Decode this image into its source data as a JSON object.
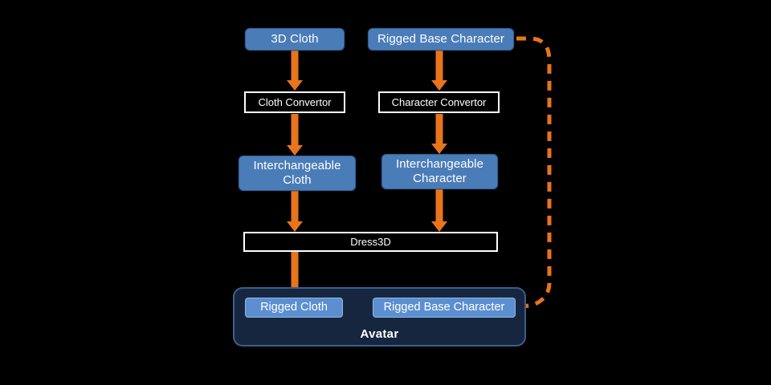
{
  "diagram": {
    "title": "Dress3D avatar assembly pipeline",
    "background_color": "#000000",
    "accent_color": "#e8741c",
    "node_blue": "#4a7cb8",
    "avatar_fill": "#16263f",
    "avatar_border": "#3c5f8c",
    "nodes": {
      "cloth_source": "3D Cloth",
      "character_source": "Rigged Base Character",
      "cloth_convertor": "Cloth Convertor",
      "character_convertor": "Character Convertor",
      "interchangeable_cloth": "Interchangeable\nCloth",
      "interchangeable_character": "Interchangeable\nCharacter",
      "dress3d": "Dress3D",
      "rigged_cloth": "Rigged Cloth",
      "rigged_base_character_out": "Rigged Base Character",
      "avatar": "Avatar"
    }
  }
}
